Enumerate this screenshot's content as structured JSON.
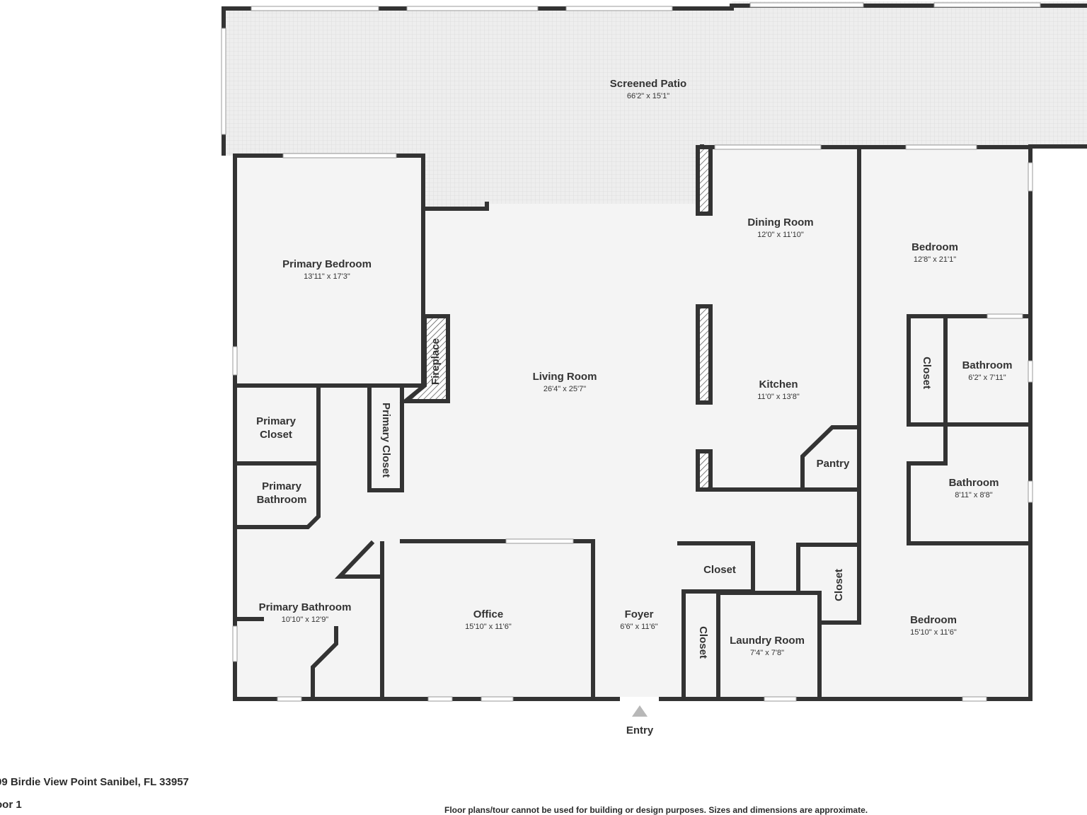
{
  "colors": {
    "wall": "#333333",
    "floor": "#f4f4f4",
    "patio_floor": "#eeeeee",
    "window": "#ffffff",
    "arrow": "#b8b8b8",
    "text": "#333333"
  },
  "rooms": {
    "screened_patio": {
      "name": "Screened Patio",
      "dim": "66'2\" x 15'1\""
    },
    "primary_bedroom": {
      "name": "Primary Bedroom",
      "dim": "13'11\" x 17'3\""
    },
    "living_room": {
      "name": "Living Room",
      "dim": "26'4\" x 25'7\""
    },
    "dining_room": {
      "name": "Dining Room",
      "dim": "12'0\" x 11'10\""
    },
    "kitchen": {
      "name": "Kitchen",
      "dim": "11'0\" x 13'8\""
    },
    "bedroom_right": {
      "name": "Bedroom",
      "dim": "12'8\" x 21'1\""
    },
    "bathroom_1": {
      "name": "Bathroom",
      "dim": "6'2\" x 7'11\""
    },
    "bathroom_2": {
      "name": "Bathroom",
      "dim": "8'11\" x 8'8\""
    },
    "bedroom_bottom": {
      "name": "Bedroom",
      "dim": "15'10\" x 11'6\""
    },
    "primary_closet_a_line1": "Primary",
    "primary_closet_a_line2": "Closet",
    "primary_bath_small_line1": "Primary",
    "primary_bath_small_line2": "Bathroom",
    "primary_bathroom": {
      "name": "Primary Bathroom",
      "dim": "10'10\" x 12'9\""
    },
    "primary_closet_b": "Primary Closet",
    "fireplace": "Fireplace",
    "office": {
      "name": "Office",
      "dim": "15'10\" x 11'6\""
    },
    "foyer": {
      "name": "Foyer",
      "dim": "6'6\" x 11'6\""
    },
    "closet_upper": "Closet",
    "closet_laundry_side": "Closet",
    "laundry_room": {
      "name": "Laundry Room",
      "dim": "7'4\" x 7'8\""
    },
    "closet_bedroom_side": "Closet",
    "closet_bath_side": "Closet",
    "pantry": "Pantry"
  },
  "entry_label": "Entry",
  "footer": {
    "address": "99 Birdie View Point Sanibel, FL 33957",
    "floor": "oor 1",
    "disclaimer": "Floor plans/tour cannot be used for building or design purposes. Sizes and dimensions are approximate."
  }
}
